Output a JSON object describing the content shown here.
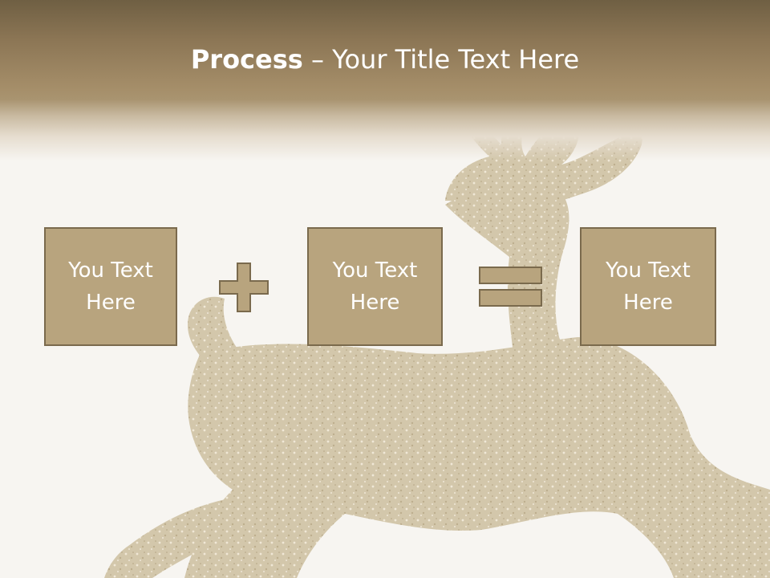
{
  "title": {
    "bold": "Process",
    "rest": " – Your Title Text Here"
  },
  "boxes": [
    {
      "text": "You Text Here"
    },
    {
      "text": "You Text Here"
    },
    {
      "text": "You Text Here"
    }
  ],
  "operators": {
    "plus_icon": "plus-icon",
    "equals_icon": "equals-icon"
  },
  "colors": {
    "header": "#8c7655",
    "box_fill": "#b8a47e",
    "box_border": "#7a6a4d",
    "background": "#f7f5f1"
  }
}
